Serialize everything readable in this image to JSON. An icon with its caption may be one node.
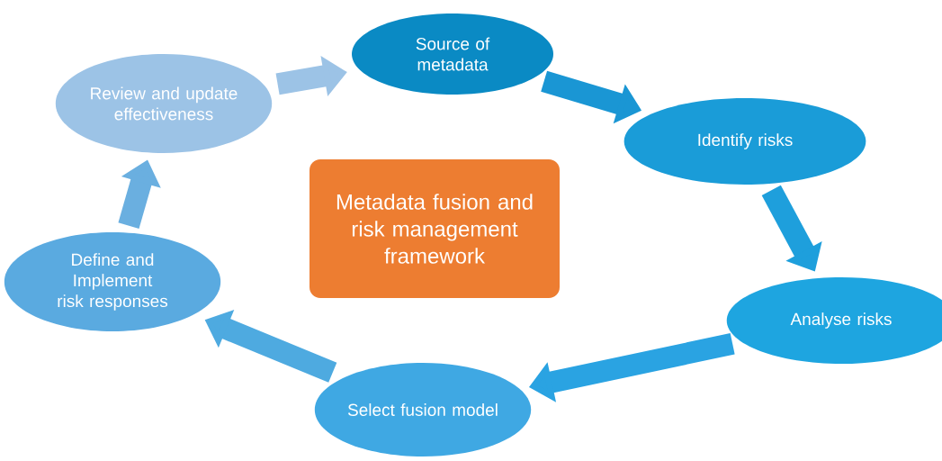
{
  "diagram": {
    "nodes": [
      {
        "text": [
          "Source of metadata"
        ]
      },
      {
        "text": [
          "Identify risks"
        ]
      },
      {
        "text": [
          "Analyse risks"
        ]
      },
      {
        "text": [
          "Select fusion model"
        ]
      },
      {
        "text": [
          "Define and Implement risk responses"
        ]
      },
      {
        "text": [
          "Review and update effectiveness"
        ]
      },
      {
        "text": [
          "Metadata fusion and risk management framework"
        ]
      }
    ],
    "edges": [
      {
        "from": 0,
        "to": 1,
        "arrow": "to",
        "color": "#1a96d4"
      },
      {
        "from": 1,
        "to": 2,
        "arrow": "to",
        "color": "#1e9fdc"
      },
      {
        "from": 2,
        "to": 3,
        "arrow": "to",
        "color": "#2aa3e2"
      },
      {
        "from": 3,
        "to": 4,
        "arrow": "to",
        "color": "#4eaae0"
      },
      {
        "from": 4,
        "to": 5,
        "arrow": "to",
        "color": "#6aafe0"
      },
      {
        "from": 5,
        "to": 0,
        "arrow": "to",
        "color": "#9cc3e6"
      }
    ]
  }
}
